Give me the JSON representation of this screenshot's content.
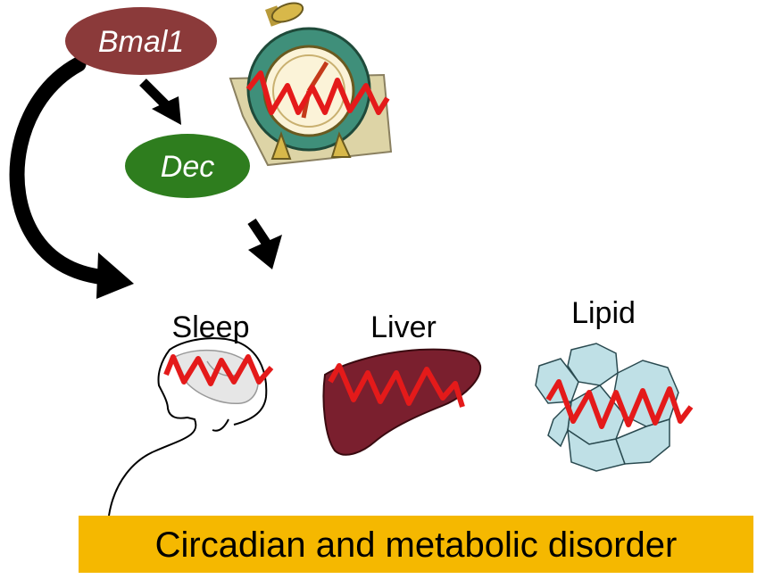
{
  "nodes": {
    "bmal1": {
      "label": "Bmal1",
      "color": "#8b3a3a"
    },
    "dec": {
      "label": "Dec",
      "color": "#2e7d1e"
    }
  },
  "organs": {
    "sleep": {
      "label": "Sleep"
    },
    "liver": {
      "label": "Liver"
    },
    "lipid": {
      "label": "Lipid"
    }
  },
  "banner": {
    "text": "Circadian and metabolic disorder",
    "color": "#f5b800"
  },
  "colors": {
    "rhythm": "#e41a1a",
    "arrow": "#000000",
    "liver": "#7a1f2e",
    "lipid": "#bfe0e6",
    "clock_body": "#3f8f7a",
    "clock_face": "#fbf3d8",
    "clock_bg": "#ddd4a6"
  },
  "icons": [
    "alarm-clock-icon",
    "head-silhouette-icon",
    "liver-icon",
    "lipid-droplet-icon"
  ]
}
